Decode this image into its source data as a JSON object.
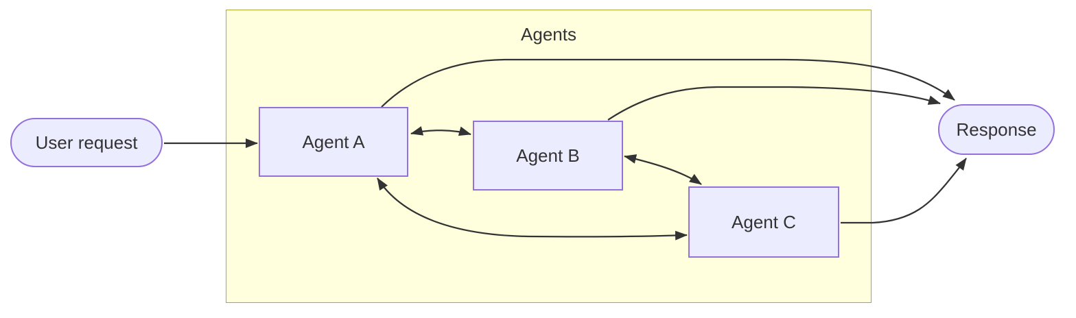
{
  "diagram": {
    "type": "flowchart",
    "direction": "LR",
    "cluster": {
      "label": "Agents",
      "contains": [
        "agent_a",
        "agent_b",
        "agent_c"
      ]
    },
    "nodes": {
      "user_request": {
        "label": "User request",
        "shape": "stadium"
      },
      "agent_a": {
        "label": "Agent A",
        "shape": "rect"
      },
      "agent_b": {
        "label": "Agent B",
        "shape": "rect"
      },
      "agent_c": {
        "label": "Agent C",
        "shape": "rect"
      },
      "response": {
        "label": "Response",
        "shape": "stadium"
      }
    },
    "edges": [
      {
        "from": "user_request",
        "to": "agent_a",
        "bidirectional": false
      },
      {
        "from": "agent_a",
        "to": "agent_b",
        "bidirectional": true
      },
      {
        "from": "agent_b",
        "to": "agent_c",
        "bidirectional": true
      },
      {
        "from": "agent_a",
        "to": "agent_c",
        "bidirectional": true
      },
      {
        "from": "agent_a",
        "to": "response",
        "bidirectional": false
      },
      {
        "from": "agent_b",
        "to": "response",
        "bidirectional": false
      },
      {
        "from": "agent_c",
        "to": "response",
        "bidirectional": false
      }
    ],
    "colors": {
      "node_fill": "#ECECFF",
      "node_border": "#9370DB",
      "cluster_fill": "#FFFFDE",
      "cluster_border": "#AAAA33",
      "text": "#333333",
      "edge": "#333333",
      "background": "#FFFFFF"
    }
  }
}
